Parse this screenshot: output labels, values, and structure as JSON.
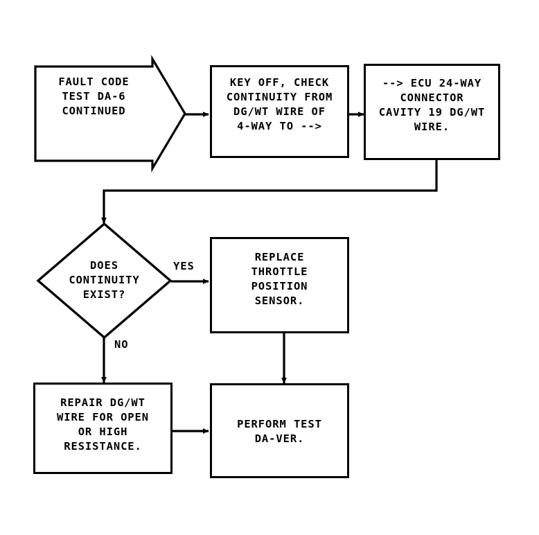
{
  "diagram": {
    "type": "flowchart",
    "title": "FAULT CODE TEST DA-6 CONTINUED",
    "line_color": "#000000",
    "background": "#ffffff",
    "nodes": {
      "start": {
        "shape": "pentagon-arrow",
        "text": "FAULT CODE\nTEST DA-6\nCONTINUED"
      },
      "check_continuity": {
        "shape": "rect",
        "text": "KEY OFF, CHECK\nCONTINUITY FROM\nDG/WT WIRE OF\n4-WAY TO -->"
      },
      "ecu_connector": {
        "shape": "rect",
        "text": "--> ECU 24-WAY\nCONNECTOR\nCAVITY 19 DG/WT\nWIRE."
      },
      "decision": {
        "shape": "diamond",
        "text": "DOES\nCONTINUITY\nEXIST?"
      },
      "replace_sensor": {
        "shape": "rect",
        "text": "REPLACE\nTHROTTLE\nPOSITION\nSENSOR."
      },
      "repair_wire": {
        "shape": "rect",
        "text": "REPAIR DG/WT\nWIRE FOR OPEN\nOR HIGH\nRESISTANCE."
      },
      "perform_test": {
        "shape": "rect",
        "text": "PERFORM TEST\nDA-VER."
      }
    },
    "edge_labels": {
      "yes": "YES",
      "no": "NO"
    }
  }
}
